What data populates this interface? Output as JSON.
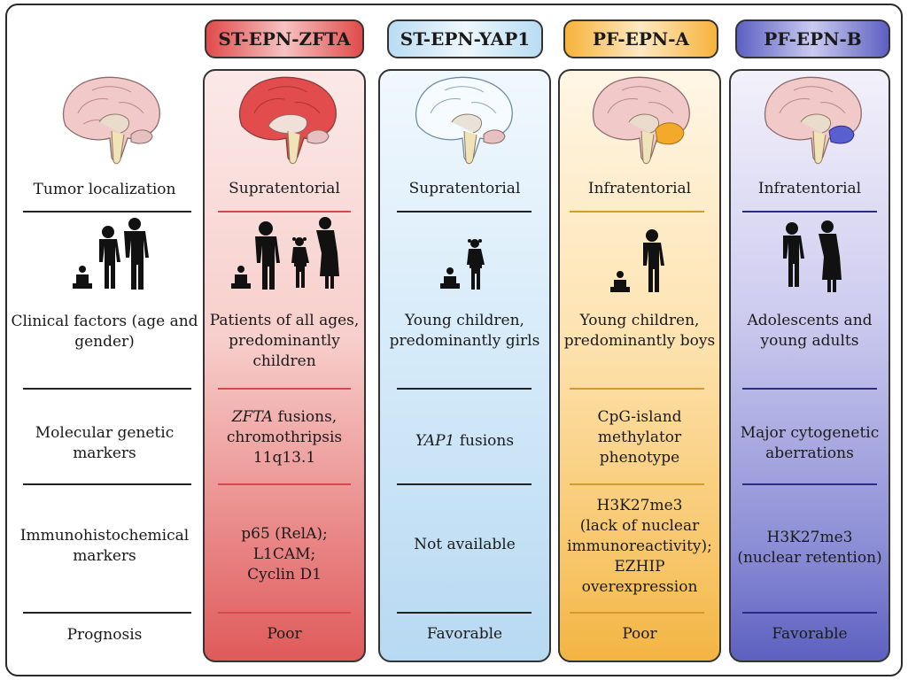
{
  "subtypes": [
    {
      "name": "ST-EPN-ZFTA",
      "color": "#e04a4a"
    },
    {
      "name": "ST-EPN-YAP1",
      "color": "#b9dcf3"
    },
    {
      "name": "PF-EPN-A",
      "color": "#f7b23a"
    },
    {
      "name": "PF-EPN-B",
      "color": "#5c5fc2"
    }
  ],
  "rows": {
    "localization": "Tumor localization",
    "clinical": "Clinical factors (age and gender)",
    "molecular": "Molecular genetic markers",
    "immuno": "Immunohistochemical markers",
    "prognosis": "Prognosis"
  },
  "localization": [
    "Supratentorial",
    "Supratentorial",
    "Infratentorial",
    "Infratentorial"
  ],
  "clinical": [
    "Patients of all ages, predominantly children",
    "Young children, predominantly girls",
    "Young children, predominantly boys",
    "Adolescents and young adults"
  ],
  "molecular": {
    "c1_italic": "ZFTA",
    "c1_rest": " fusions,",
    "c1_line2": "chromothripsis",
    "c1_line3": "11q13.1",
    "c2_italic": "YAP1",
    "c2_rest": " fusions",
    "c3": "CpG-island methylator phenotype",
    "c4": "Major cytogenetic aberrations"
  },
  "immuno": {
    "c1_l1": "p65 (RelA);",
    "c1_l2": "L1CAM;",
    "c1_l3": "Cyclin D1",
    "c2": "Not available",
    "c3_l1": "H3K27me3",
    "c3_l2": "(lack of nuclear",
    "c3_l3": "immunoreactivity);",
    "c3_l4": "EZHIP",
    "c3_l5": "overexpression",
    "c4_l1": "H3K27me3",
    "c4_l2": "(nuclear retention)"
  },
  "prognosis": [
    "Poor",
    "Favorable",
    "Poor",
    "Favorable"
  ],
  "icons": {
    "brain": "brain-sagittal-icon",
    "person": "person-silhouette-icon"
  }
}
